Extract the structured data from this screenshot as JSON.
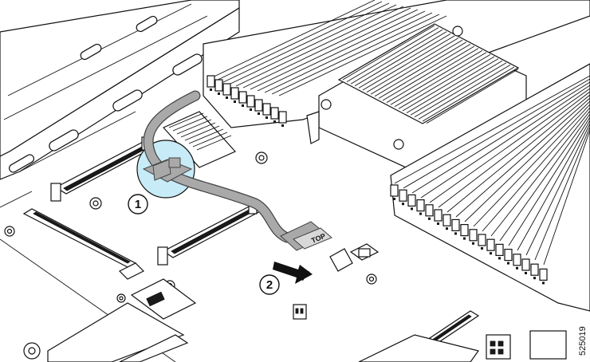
{
  "figure": {
    "id_number": "525019"
  },
  "callouts": [
    {
      "number": "1"
    },
    {
      "number": "2"
    }
  ],
  "parts": {
    "cable_connector_label": "TOP"
  },
  "colors": {
    "line": "#111111",
    "cable": "#a9a9a9",
    "callout_highlight": "#c7ebf7",
    "background": "#ffffff"
  },
  "icons": {
    "removal_direction": "arrow-right-icon"
  }
}
